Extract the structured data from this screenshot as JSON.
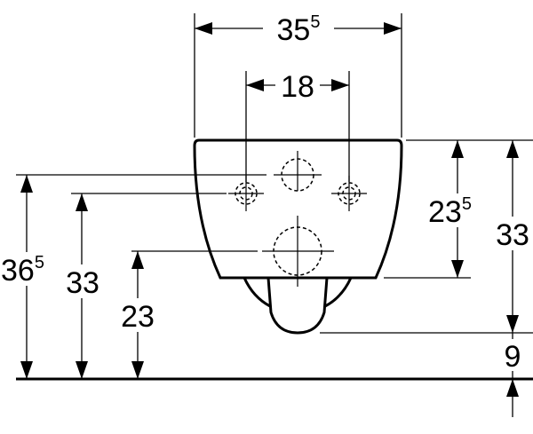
{
  "dimensions": {
    "overall_width": {
      "main": "35",
      "sup": "5"
    },
    "fixing_spacing": {
      "main": "18"
    },
    "top_to_outlet_right": {
      "main": "23",
      "sup": "5"
    },
    "top_to_bottom_right": {
      "main": "33"
    },
    "bottom_to_floor": {
      "main": "9"
    },
    "floor_to_top_hole": {
      "main": "36",
      "sup": "5"
    },
    "floor_to_fixing": {
      "main": "33"
    },
    "floor_to_outlet": {
      "main": "23"
    }
  },
  "colors": {
    "line": "#000000",
    "background": "#ffffff"
  }
}
